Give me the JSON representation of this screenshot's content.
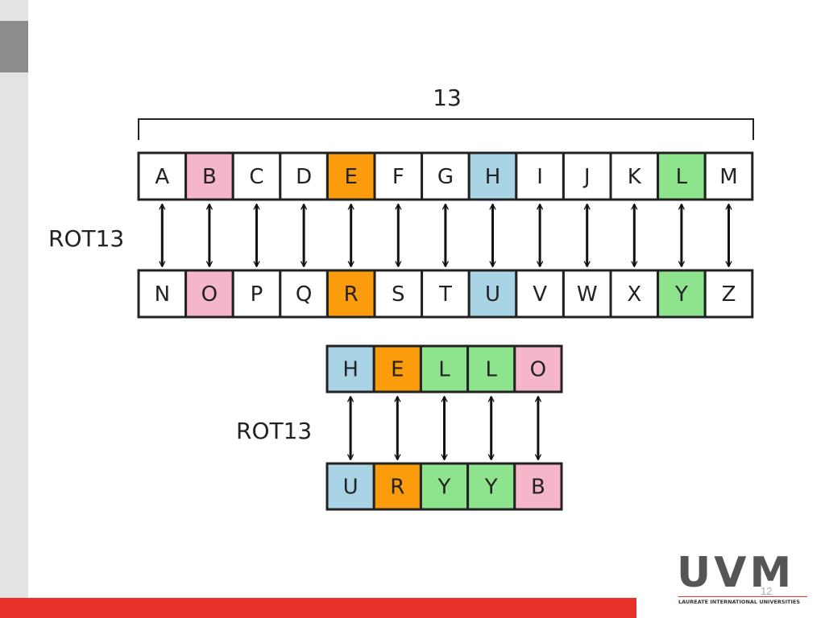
{
  "diagram": {
    "shift_label": "13",
    "rotation_label": "ROT13",
    "top_row": [
      "A",
      "B",
      "C",
      "D",
      "E",
      "F",
      "G",
      "H",
      "I",
      "J",
      "K",
      "L",
      "M"
    ],
    "bottom_row": [
      "N",
      "O",
      "P",
      "Q",
      "R",
      "S",
      "T",
      "U",
      "V",
      "W",
      "X",
      "Y",
      "Z"
    ],
    "row_highlights": [
      "none",
      "pink",
      "none",
      "none",
      "orange",
      "none",
      "none",
      "blue",
      "none",
      "none",
      "none",
      "green",
      "none"
    ],
    "example": {
      "rotation_label": "ROT13",
      "plain": [
        "H",
        "E",
        "L",
        "L",
        "O"
      ],
      "cipher": [
        "U",
        "R",
        "Y",
        "Y",
        "B"
      ],
      "highlights": [
        "blue",
        "orange",
        "green",
        "green",
        "pink"
      ]
    }
  },
  "colors": {
    "none": "#ffffff",
    "pink": "#f6b6c9",
    "orange": "#fb9c0c",
    "blue": "#a9d4e6",
    "green": "#8de48d",
    "accent_red": "#e8312a",
    "logo_gray": "#555555"
  },
  "slide": {
    "page_number": "12",
    "logo_text": "UVM",
    "logo_tagline": "LAUREATE INTERNATIONAL UNIVERSITIES"
  }
}
